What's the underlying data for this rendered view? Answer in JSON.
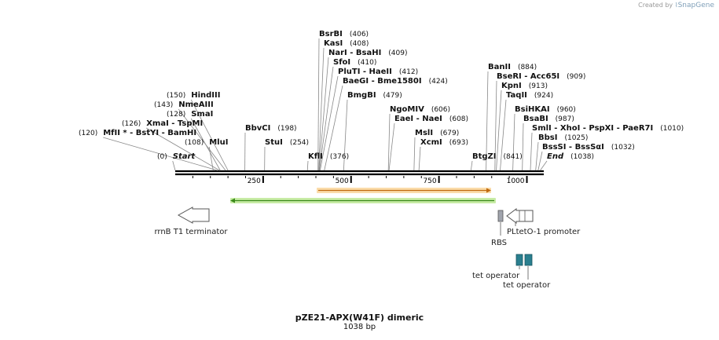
{
  "credit": {
    "prefix": "Created by",
    "brand": "SnapGene"
  },
  "plasmid": {
    "name": "pZE21-APX(W41F) dimeric",
    "length": "1038 bp",
    "total_bp": 1038
  },
  "ruler": {
    "ticks": [
      250,
      500,
      750,
      1000
    ]
  },
  "sites": [
    {
      "name": "Start",
      "pos": "(0)",
      "bp": 0,
      "italic": true
    },
    {
      "name": "MluI",
      "pos": "(108)",
      "bp": 108
    },
    {
      "name": "MfII * - BstYI - BamHI",
      "pos": "(120)",
      "bp": 120
    },
    {
      "name": "XmaI - TspMI",
      "pos": "(126)",
      "bp": 126
    },
    {
      "name": "SmaI",
      "pos": "(128)",
      "bp": 128
    },
    {
      "name": "NmeAIII",
      "pos": "(143)",
      "bp": 143
    },
    {
      "name": "HindIII",
      "pos": "(150)",
      "bp": 150
    },
    {
      "name": "BbvCI",
      "pos": "(198)",
      "bp": 198
    },
    {
      "name": "StuI",
      "pos": "(254)",
      "bp": 254
    },
    {
      "name": "BsrBI",
      "pos": "(406)",
      "bp": 406
    },
    {
      "name": "KasI",
      "pos": "(408)",
      "bp": 408
    },
    {
      "name": "NarI - BsaHI",
      "pos": "(409)",
      "bp": 409
    },
    {
      "name": "SfoI",
      "pos": "(410)",
      "bp": 410
    },
    {
      "name": "PluTI - HaeII",
      "pos": "(412)",
      "bp": 412
    },
    {
      "name": "BaeGI - Bme1580I",
      "pos": "(424)",
      "bp": 424
    },
    {
      "name": "BmgBI",
      "pos": "(479)",
      "bp": 479
    },
    {
      "name": "KflI",
      "pos": "(376)",
      "bp": 376
    },
    {
      "name": "NgoMIV",
      "pos": "(606)",
      "bp": 606
    },
    {
      "name": "EaeI - NaeI",
      "pos": "(608)",
      "bp": 608
    },
    {
      "name": "MslI",
      "pos": "(679)",
      "bp": 679
    },
    {
      "name": "XcmI",
      "pos": "(693)",
      "bp": 693
    },
    {
      "name": "BtgZI",
      "pos": "(841)",
      "bp": 841
    },
    {
      "name": "BanII",
      "pos": "(884)",
      "bp": 884
    },
    {
      "name": "BseRI - Acc65I",
      "pos": "(909)",
      "bp": 909
    },
    {
      "name": "KpnI",
      "pos": "(913)",
      "bp": 913
    },
    {
      "name": "TaqII",
      "pos": "(924)",
      "bp": 924
    },
    {
      "name": "BsiHKAI",
      "pos": "(960)",
      "bp": 960
    },
    {
      "name": "BsaBI",
      "pos": "(987)",
      "bp": 987
    },
    {
      "name": "SmlI - XhoI - PspXI - PaeR7I",
      "pos": "(1010)",
      "bp": 1010
    },
    {
      "name": "BbsI",
      "pos": "(1025)",
      "bp": 1025
    },
    {
      "name": "BssSI - BssSαI",
      "pos": "(1032)",
      "bp": 1032
    },
    {
      "name": "End",
      "pos": "(1038)",
      "bp": 1038,
      "italic": true
    }
  ],
  "features": [
    {
      "name": "rrnB T1 terminator",
      "type": "terminator",
      "color": "#ffffff"
    },
    {
      "name": "RBS",
      "type": "rbs",
      "color": "#a0a4ad"
    },
    {
      "name": "PLtetO-1 promoter",
      "type": "promoter",
      "color": "#ffffff"
    },
    {
      "name": "tet operator",
      "type": "operator",
      "color": "#2a7f8f"
    },
    {
      "name": "tet operator",
      "type": "operator",
      "color": "#2a7f8f"
    }
  ],
  "orfs": [
    {
      "name": "orange-orf",
      "color": "#f5a623"
    },
    {
      "name": "green-orf",
      "color": "#8fd14f"
    }
  ]
}
